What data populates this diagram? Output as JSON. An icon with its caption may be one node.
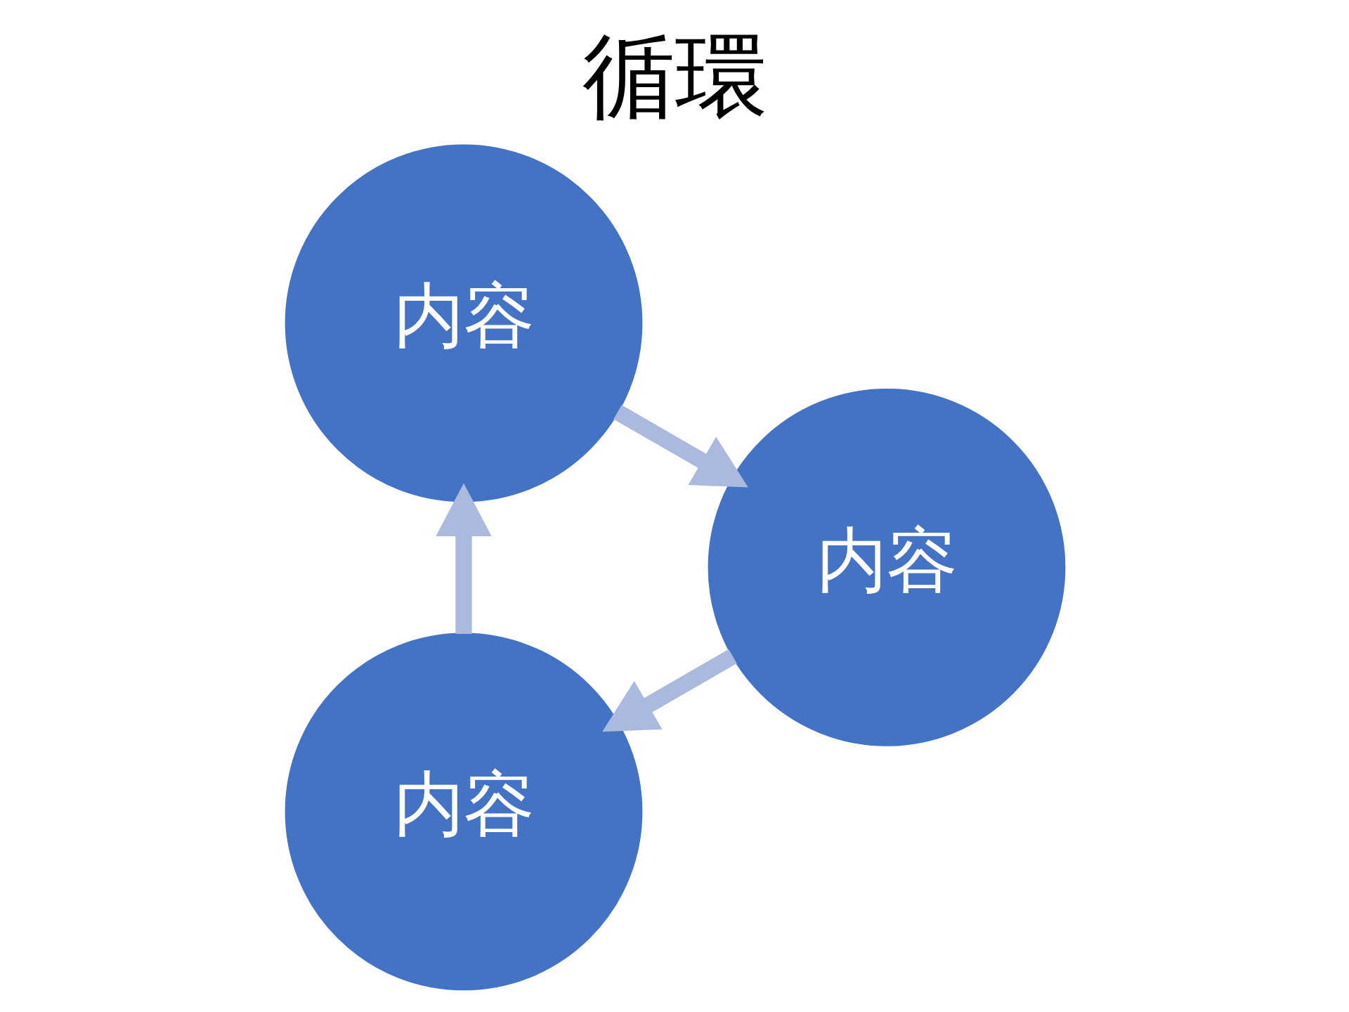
{
  "diagram": {
    "title": "循環",
    "nodes": [
      {
        "text": [
          "内容"
        ]
      },
      {
        "text": [
          "内容"
        ]
      },
      {
        "text": [
          "内容"
        ]
      }
    ],
    "edges": [
      {
        "from": 1,
        "to": 2,
        "arrow": "to"
      },
      {
        "from": 2,
        "to": 0,
        "arrow": "to"
      },
      {
        "from": 0,
        "to": 1,
        "arrow": "to"
      }
    ]
  }
}
